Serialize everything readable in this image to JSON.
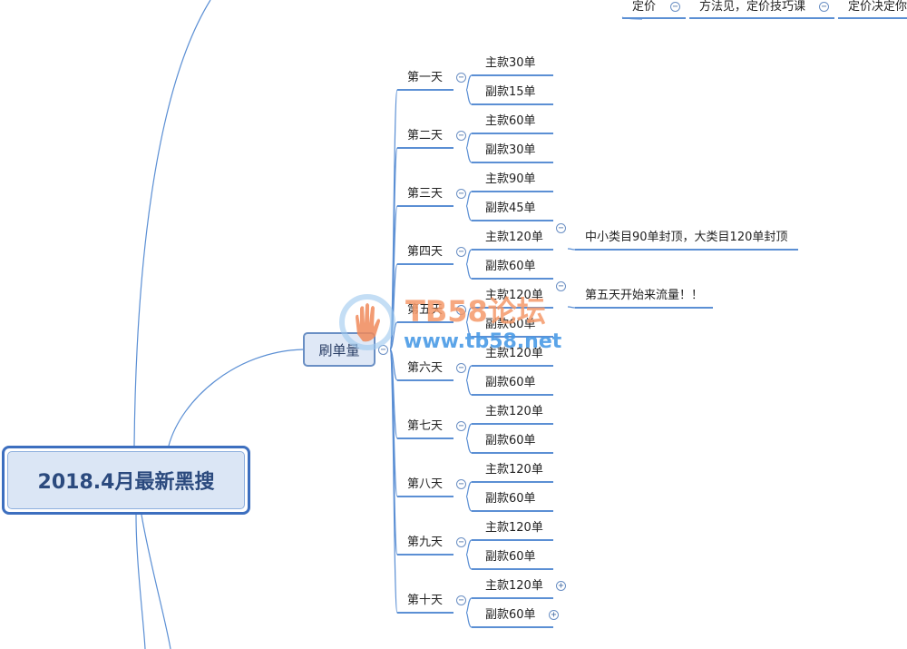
{
  "root": {
    "label": "2018.4月最新黑搜"
  },
  "branch": {
    "label": "刷单量"
  },
  "top_row": {
    "items": [
      "定价",
      "方法见，定价技巧课",
      "定价决定你"
    ]
  },
  "days": [
    {
      "label": "第一天",
      "children": [
        {
          "label": "主款30单"
        },
        {
          "label": "副款15单"
        }
      ]
    },
    {
      "label": "第二天",
      "children": [
        {
          "label": "主款60单"
        },
        {
          "label": "副款30单"
        }
      ]
    },
    {
      "label": "第三天",
      "children": [
        {
          "label": "主款90单"
        },
        {
          "label": "副款45单"
        }
      ]
    },
    {
      "label": "第四天",
      "children": [
        {
          "label": "主款120单",
          "note": "中小类目90单封顶，大类目120单封顶"
        },
        {
          "label": "副款60单"
        }
      ]
    },
    {
      "label": "第五天",
      "children": [
        {
          "label": "主款120单",
          "note": "第五天开始来流量！！"
        },
        {
          "label": "副款60单"
        }
      ]
    },
    {
      "label": "第六天",
      "children": [
        {
          "label": "主款120单"
        },
        {
          "label": "副款60单"
        }
      ]
    },
    {
      "label": "第七天",
      "children": [
        {
          "label": "主款120单"
        },
        {
          "label": "副款60单"
        }
      ]
    },
    {
      "label": "第八天",
      "children": [
        {
          "label": "主款120单"
        },
        {
          "label": "副款60单"
        }
      ]
    },
    {
      "label": "第九天",
      "children": [
        {
          "label": "主款120单"
        },
        {
          "label": "副款60单"
        }
      ]
    },
    {
      "label": "第十天",
      "children": [
        {
          "label": "主款120单",
          "collapsed": true
        },
        {
          "label": "副款60单",
          "collapsed": true
        }
      ]
    }
  ],
  "watermark": {
    "title": "TB58论坛",
    "url": "www.tb58.net"
  },
  "colors": {
    "line": "#5b8fd4",
    "root_border": "#3d6fbf",
    "root_fill": "#dbe6f5",
    "watermark_orange": "#f59a6a",
    "watermark_blue": "#4a9be6"
  }
}
